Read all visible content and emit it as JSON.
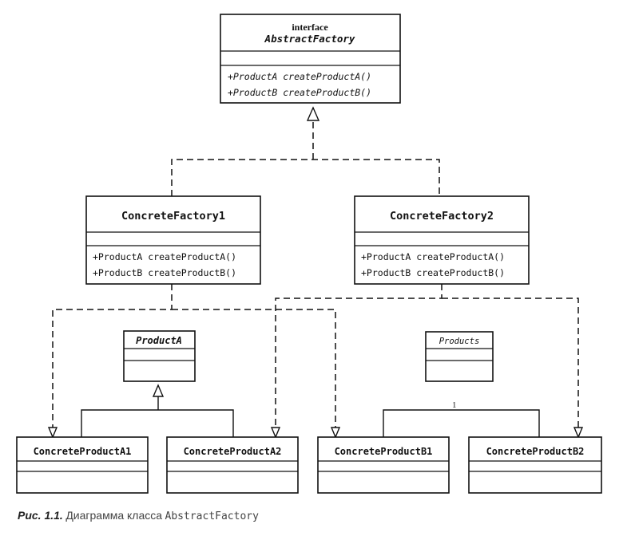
{
  "classes": {
    "abstract_factory": {
      "stereotype": "interface",
      "name": "AbstractFactory",
      "methods": [
        "+ProductA createProductA()",
        "+ProductB createProductB()"
      ]
    },
    "concrete_factory_1": {
      "name": "ConcreteFactory1",
      "methods": [
        "+ProductA createProductA()",
        "+ProductB createProductB()"
      ]
    },
    "concrete_factory_2": {
      "name": "ConcreteFactory2",
      "methods": [
        "+ProductA createProductA()",
        "+ProductB createProductB()"
      ]
    },
    "product_a": {
      "name": "ProductA"
    },
    "products": {
      "name": "Products"
    },
    "concrete_product_a1": {
      "name": "ConcreteProductA1"
    },
    "concrete_product_a2": {
      "name": "ConcreteProductA2"
    },
    "concrete_product_b1": {
      "name": "ConcreteProductB1"
    },
    "concrete_product_b2": {
      "name": "ConcreteProductB2"
    }
  },
  "multiplicity": "1",
  "caption": {
    "number": "Рис. 1.1.",
    "text": "Диаграмма класса",
    "name": "AbstractFactory"
  }
}
